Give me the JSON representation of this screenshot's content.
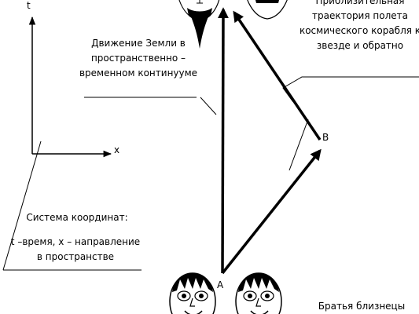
{
  "axes": {
    "t_label": "t",
    "x_label": "x"
  },
  "labels": {
    "earth_motion": [
      "Движение Земли в",
      "пространственно –",
      "временном континууме"
    ],
    "trajectory": [
      "Приблизительная",
      "траектория полета",
      "космического корабля к",
      "звезде и обратно"
    ],
    "coords_title": "Система координат:",
    "coords_desc": [
      "t –время, x – направление",
      "в пространстве"
    ],
    "twins": "Братья близнецы",
    "point_a": "A",
    "point_b": "B"
  },
  "icons": [
    "twin-face-icon",
    "bearded-face-icon",
    "mustache-face-icon"
  ]
}
